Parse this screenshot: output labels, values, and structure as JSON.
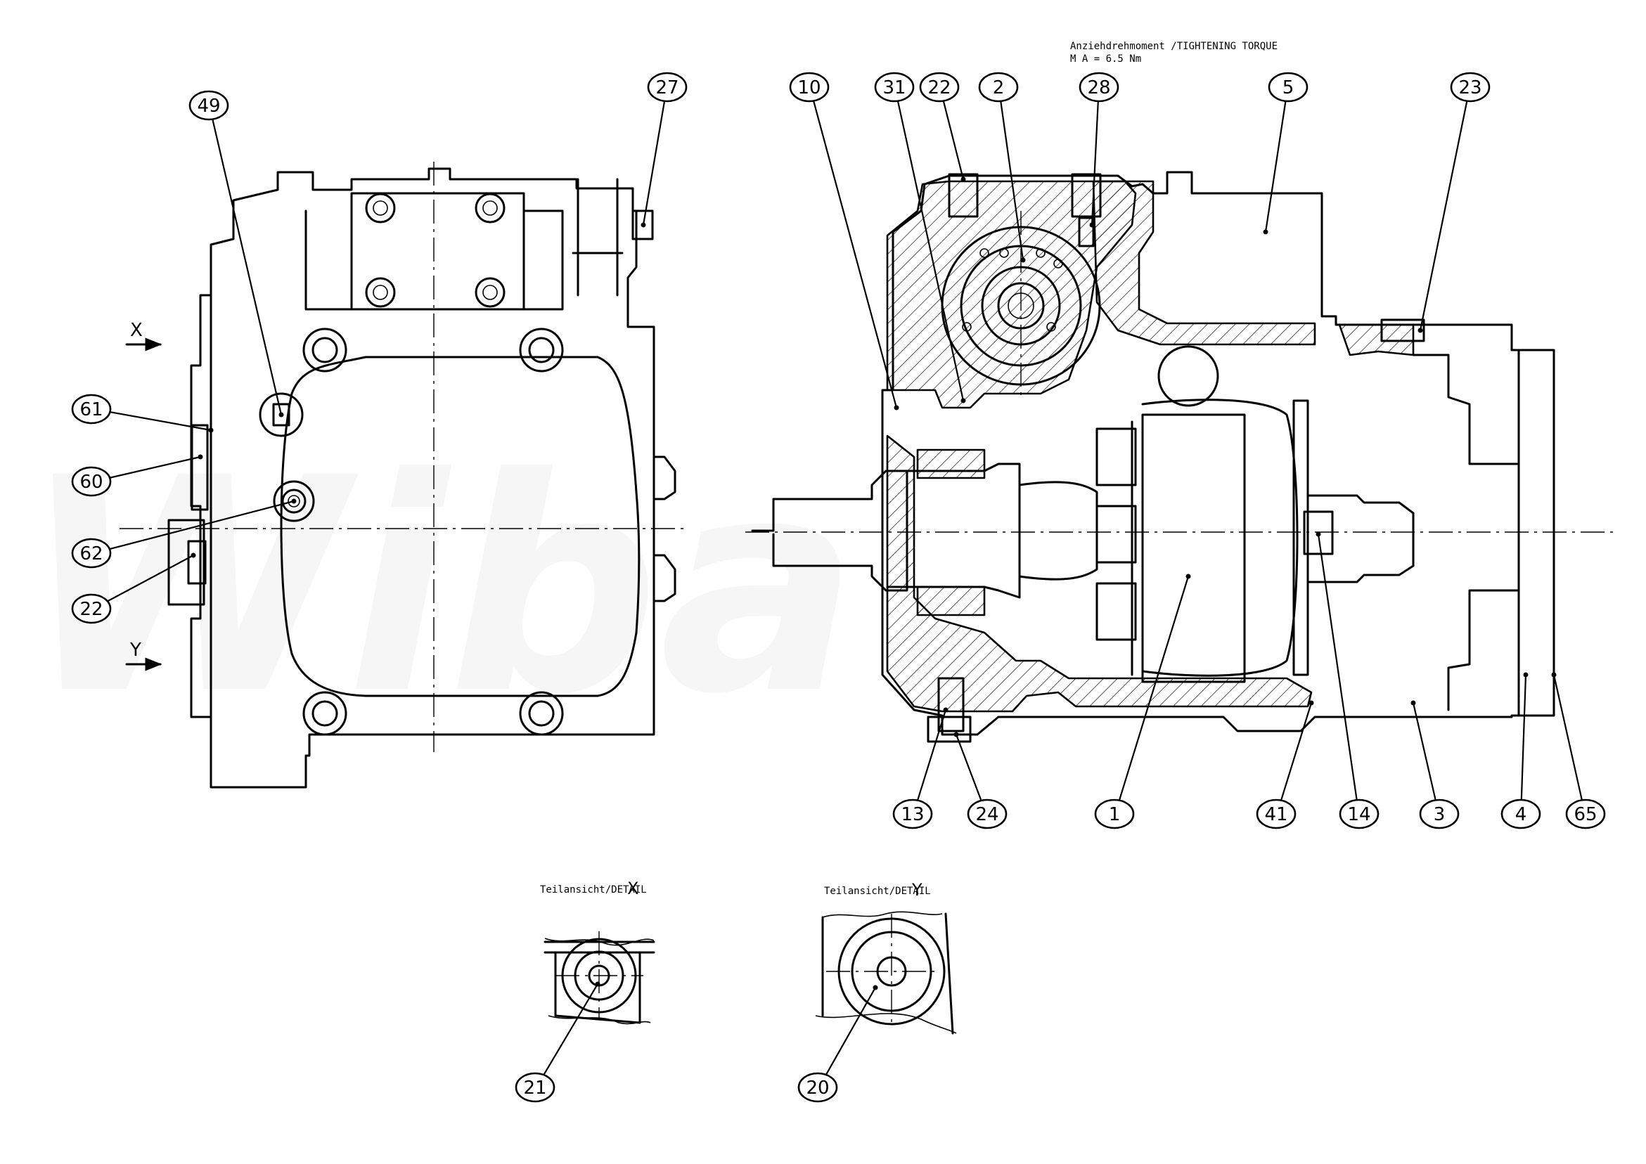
{
  "watermark": "Wiba",
  "torque_note": {
    "line1": "Anziehdrehmoment /TIGHTENING TORQUE",
    "line2": "M A = 6.5 Nm"
  },
  "view_markers": {
    "x": "X",
    "y": "Y"
  },
  "details": [
    {
      "caption": "Teilansicht/DETAIL",
      "letter": "X"
    },
    {
      "caption": "Teilansicht/DETAIL",
      "letter": "Y"
    }
  ],
  "callouts": [
    "49",
    "27",
    "61",
    "60",
    "62",
    "22",
    "10",
    "31",
    "22",
    "2",
    "28",
    "5",
    "23",
    "13",
    "24",
    "1",
    "41",
    "14",
    "3",
    "4",
    "65",
    "21",
    "20"
  ]
}
